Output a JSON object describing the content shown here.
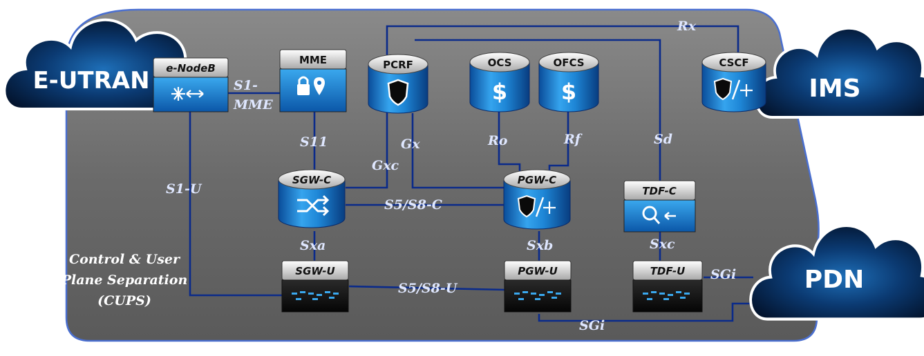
{
  "clouds": {
    "eutran": "E-UTRAN",
    "ims": "IMS",
    "pdn": "PDN"
  },
  "nodes": {
    "enodeb": "e-NodeB",
    "mme": "MME",
    "pcrf": "PCRF",
    "ocs": "OCS",
    "ofcs": "OFCS",
    "cscf": "CSCF",
    "sgwc": "SGW-C",
    "pgwc": "PGW-C",
    "tdfc": "TDF-C",
    "sgwu": "SGW-U",
    "pgwu": "PGW-U",
    "tdfu": "TDF-U"
  },
  "interfaces": {
    "s1mme_a": "S1-",
    "s1mme_b": "MME",
    "s11": "S11",
    "gx": "Gx",
    "gxc": "Gxc",
    "ro": "Ro",
    "rf": "Rf",
    "sd": "Sd",
    "rx": "Rx",
    "s1u": "S1-U",
    "s5s8c": "S5/S8-C",
    "s5s8u": "S5/S8-U",
    "sxa": "Sxa",
    "sxb": "Sxb",
    "sxc": "Sxc",
    "sgi_tdf": "SGi",
    "sgi_pgw": "SGi"
  },
  "note": {
    "line1": "Control & User",
    "line2": "Plane Separation",
    "line3": "(CUPS)"
  },
  "colors": {
    "panel": "#666666",
    "link": "#0a2a8a",
    "cylinder_top": "#0d74c8",
    "cloud": "#0a2a55"
  }
}
